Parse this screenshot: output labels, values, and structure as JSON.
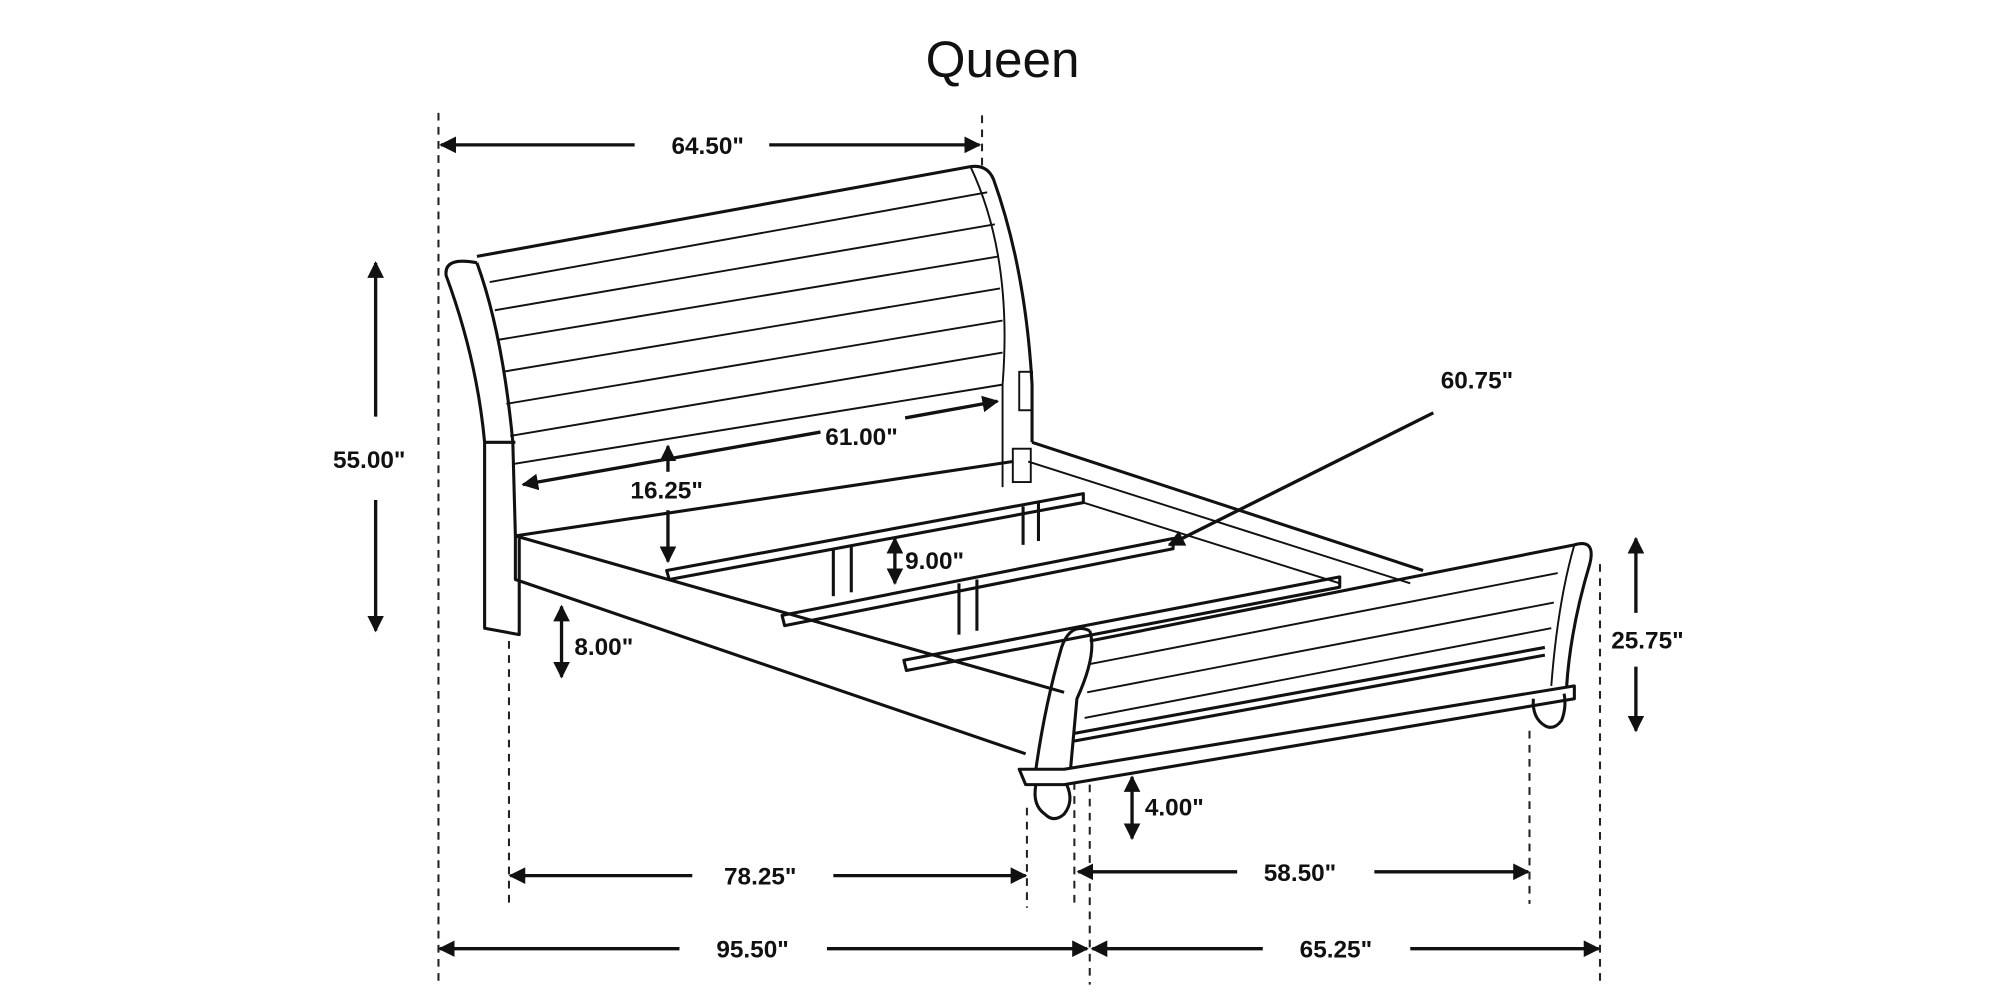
{
  "title": "Queen",
  "dimensions": {
    "headboard_width": "64.50\"",
    "headboard_height": "55.00\"",
    "inner_width": "61.00\"",
    "rail_height_headboard": "16.25\"",
    "slat_height": "9.00\"",
    "rail_clearance": "8.00\"",
    "slat_length": "60.75\"",
    "footboard_height": "25.75\"",
    "footboard_clearance": "4.00\"",
    "inner_length": "78.25\"",
    "footboard_inner_width": "58.50\"",
    "overall_length": "95.50\"",
    "overall_width": "65.25\""
  }
}
